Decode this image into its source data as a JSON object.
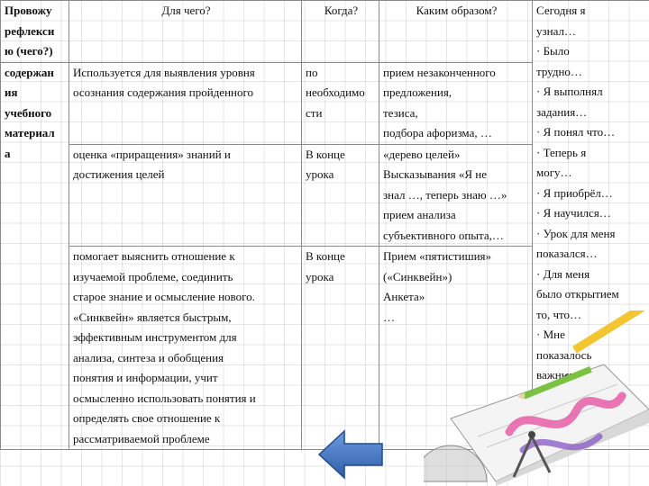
{
  "table": {
    "headers": {
      "c1": "Провожу\nрефлекси\nю (чего?)",
      "c2": "Для чего?",
      "c3": "Когда?",
      "c4": "Каким образом?",
      "c5": "  Сегодня я\nузнал…\n·  Было\nтрудно…\n·  Я выполнял\nзадания…\n·  Я понял что…\n·  Теперь я\nмогу…\n·  Я приобрёл…\n·  Я научился…\n·  Урок для меня\nпоказался…\n·  Для меня\nбыло открытием\nто, что…\n·  Мне\nпоказалось\nважным…\n·  Материал\nурока был\nмне…"
    },
    "row1": {
      "c1": "содержан\nия\nучебного\nматериал\nа",
      "c2": "Используется для выявления уровня\nосознания содержания пройденного",
      "c3": " по\nнеобходимо\nсти",
      "c4": "прием незаконченного\nпредложения,\nтезиса,\nподбора афоризма, …"
    },
    "row2": {
      "c2": "оценка «приращения» знаний и\nдостижения целей",
      "c3": "В конце\nурока",
      "c4": "«дерево целей»\nВысказывания «Я не\nзнал …, теперь знаю …»\nприем анализа\nсубъективного опыта,…"
    },
    "row3": {
      "c2": " помогает выяснить отношение к\nизучаемой проблеме, соединить\nстарое знание и осмысление нового.\n«Синквейн» является быстрым,\nэффективным инструментом для\nанализа, синтеза и обобщения\nпонятия и информации, учит\nосмысленно использовать понятия и\nопределять свое отношение к\nрассматриваемой проблеме",
      "c3": "В конце\nурока",
      "c4": "Прием «пятистишия»\n(«Синквейн»)\nАнкета»\n…"
    }
  },
  "icons": {
    "nav": "back-arrow-icon",
    "decor": "book-stationery-icon"
  },
  "colors": {
    "arrow": "#3a6fc4",
    "border": "#8a8a8a"
  }
}
